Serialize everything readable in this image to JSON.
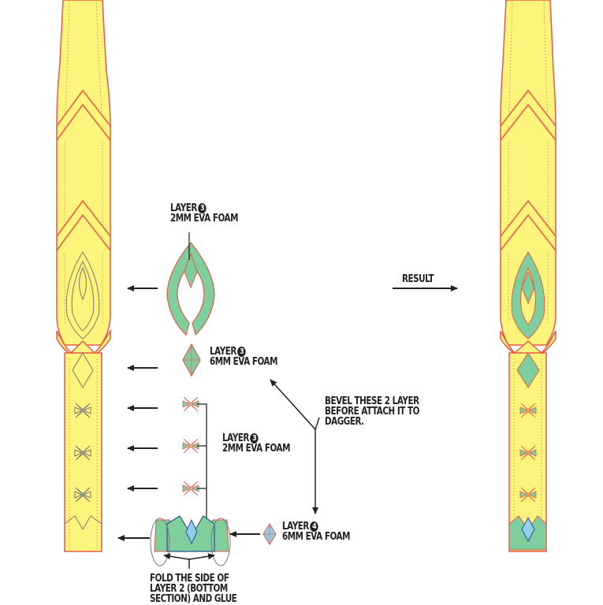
{
  "colors": {
    "blade_fill": "#fdf47c",
    "blade_outline": "#e8584a",
    "foam_green": "#7fcf9e",
    "foam_blue": "#8fd0e8",
    "line_gray": "#666666",
    "arrow": "#222222"
  },
  "labels": {
    "layer3_top": {
      "title": "LAYER",
      "num": "3",
      "material": "2MM EVA FOAM"
    },
    "layer3_mid": {
      "title": "LAYER",
      "num": "3",
      "material": "6MM EVA FOAM"
    },
    "layer3_flowers": {
      "title": "LAYER",
      "num": "3",
      "material": "2MM EVA FOAM"
    },
    "layer4": {
      "title": "LAYER",
      "num": "4",
      "material": "6MM EVA FOAM"
    },
    "bevel_note": [
      "BEVEL THESE 2 LAYER",
      "BEFORE ATTACH IT TO",
      "DAGGER."
    ],
    "result": "RESULT",
    "fold_note": [
      "FOLD THE SIDE OF",
      "LAYER 2 (BOTTOM",
      "SECTION) AND GLUE"
    ]
  }
}
